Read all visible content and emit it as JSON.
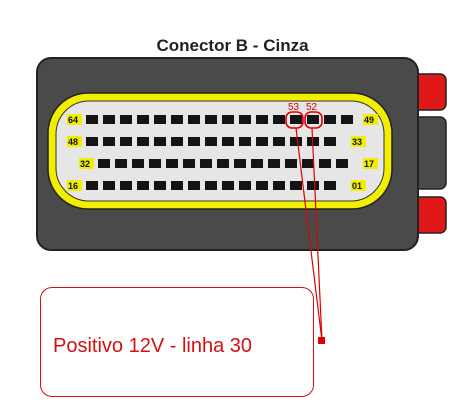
{
  "connector": {
    "title": "Conector B - Cinza",
    "rows": [
      {
        "left_label": "64",
        "right_label": "49"
      },
      {
        "left_label": "48",
        "right_label": "33"
      },
      {
        "left_label": "32",
        "right_label": "17"
      },
      {
        "left_label": "16",
        "right_label": "01"
      }
    ],
    "highlighted_pins": [
      "53",
      "52"
    ]
  },
  "note": {
    "text": "Positivo 12V - linha 30"
  },
  "colors": {
    "housing": "#4a4a4a",
    "housing_border": "#222222",
    "outline_yellow": "#f2ee00",
    "face": "#e6e6e6",
    "pin": "#141414",
    "tab_red": "#e01818",
    "callout_red": "#e00000"
  }
}
